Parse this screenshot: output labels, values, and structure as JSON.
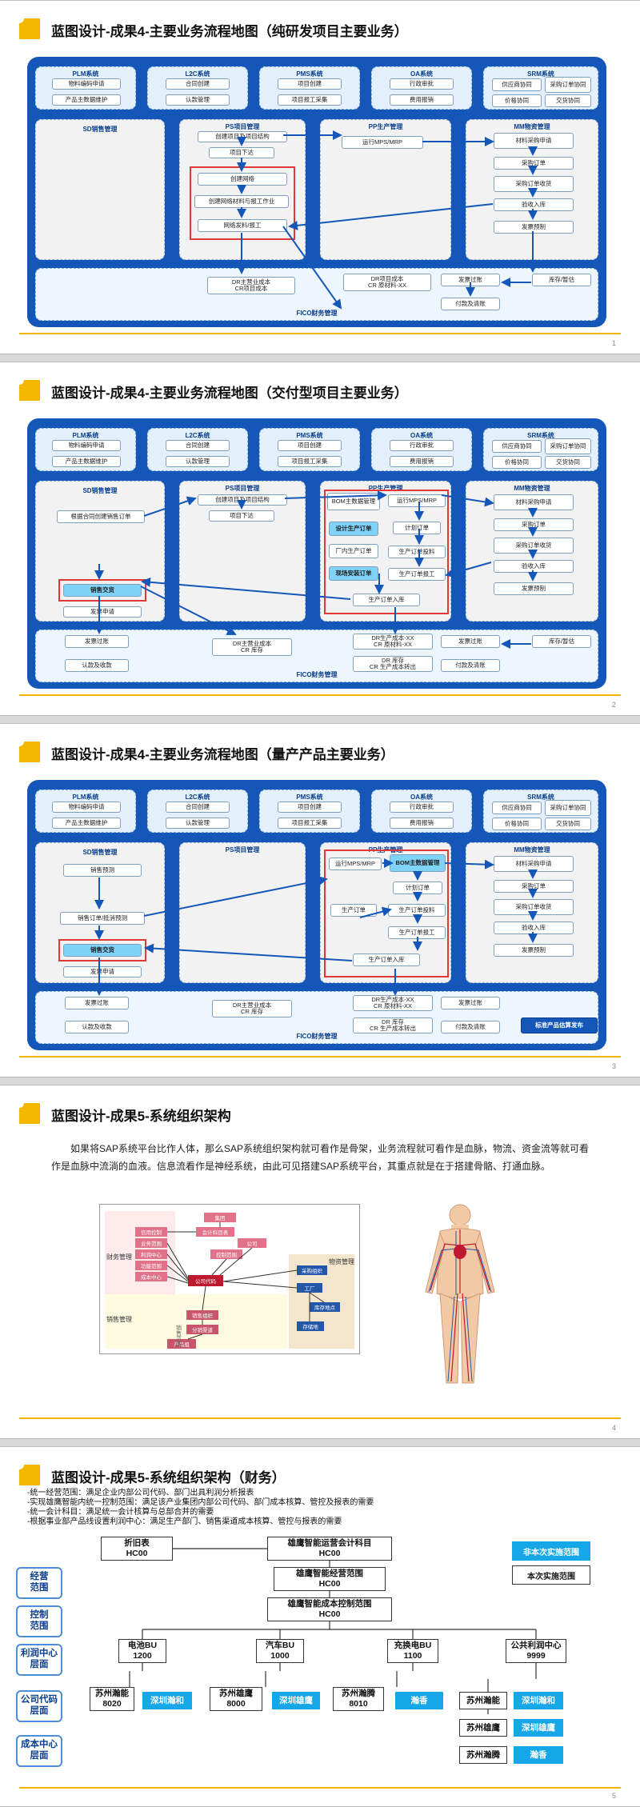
{
  "slides": [
    {
      "title": "蓝图设计-成果4-主要业务流程地图（纯研发项目主要业务）",
      "page": "1",
      "systems": {
        "plm": {
          "name": "PLM系统",
          "items": [
            "物料编码申请",
            "产品主数据维护"
          ]
        },
        "l2c": {
          "name": "L2C系统",
          "items": [
            "合同创建",
            "认款管理"
          ]
        },
        "pms": {
          "name": "PMS系统",
          "items": [
            "项目创建",
            "项目报工采集"
          ]
        },
        "oa": {
          "name": "OA系统",
          "items": [
            "行政审批",
            "费用报销"
          ]
        },
        "srm": {
          "name": "SRM系统",
          "items": [
            "供应商协同",
            "采购订单协同",
            "价格协同",
            "交货协同"
          ]
        }
      },
      "modules": {
        "sd": "SD销售管理",
        "ps": "PS项目管理",
        "pp": "PP生产管理",
        "mm": "MM物资管理",
        "fico": "FICO财务管理"
      },
      "ps_items": [
        "创建项目及项目结构",
        "项目下达",
        "创建网络",
        "创建网络材料与报工作业",
        "网络发料/报工"
      ],
      "pp_items": [
        "运行MPS/MRP"
      ],
      "mm_items": [
        "材料采购申请",
        "采购订单",
        "采购订单收货",
        "验收入库",
        "发票预制"
      ],
      "fico_items": [
        "DR主营业成本\nCR项目成本",
        "DR项目成本\nCR 原材料-XX",
        "发票过账",
        "库存/暂估",
        "付款及清账"
      ]
    },
    {
      "title": "蓝图设计-成果4-主要业务流程地图（交付型项目主要业务）",
      "page": "2",
      "systems": {
        "plm": {
          "name": "PLM系统",
          "items": [
            "物料编码申请",
            "产品主数据维护"
          ]
        },
        "l2c": {
          "name": "L2C系统",
          "items": [
            "合同创建",
            "认款管理"
          ]
        },
        "pms": {
          "name": "PMS系统",
          "items": [
            "项目创建",
            "项目报工采集"
          ]
        },
        "oa": {
          "name": "OA系统",
          "items": [
            "行政审批",
            "费用报销"
          ]
        },
        "srm": {
          "name": "SRM系统",
          "items": [
            "供应商协同",
            "采购订单协同",
            "价格协同",
            "交货协同"
          ]
        }
      },
      "modules": {
        "sd": "SD销售管理",
        "ps": "PS项目管理",
        "pp": "PP生产管理",
        "mm": "MM物资管理",
        "fico": "FICO财务管理"
      },
      "sd_items": [
        "根据合同创建销售订单",
        "销售交货",
        "发票申请"
      ],
      "ps_items": [
        "创建项目及项目结构",
        "项目下达"
      ],
      "pp_items": [
        "BOM主数据管理",
        "运行MPS/MRP",
        "设计生产订单",
        "计划订单",
        "厂内生产订单",
        "生产订单投料",
        "现场安装订单",
        "生产订单报工",
        "生产订单入库"
      ],
      "mm_items": [
        "材料采购申请",
        "采购订单",
        "采购订单收货",
        "验收入库",
        "发票预制"
      ],
      "fico_items": [
        "发票过账",
        "DR主营业成本\nCR 库存",
        "DR生产成本-XX\nCR 原材料-XX",
        "DR 库存\nCR 生产成本转出",
        "发票过账",
        "库存/暂估",
        "认款及收款",
        "付款及清账"
      ]
    },
    {
      "title": "蓝图设计-成果4-主要业务流程地图（量产产品主要业务）",
      "page": "3",
      "systems": {
        "plm": {
          "name": "PLM系统",
          "items": [
            "物料编码申请",
            "产品主数据维护"
          ]
        },
        "l2c": {
          "name": "L2C系统",
          "items": [
            "合同创建",
            "认款管理"
          ]
        },
        "pms": {
          "name": "PMS系统",
          "items": [
            "项目创建",
            "项目报工采集"
          ]
        },
        "oa": {
          "name": "OA系统",
          "items": [
            "行政审批",
            "费用报销"
          ]
        },
        "srm": {
          "name": "SRM系统",
          "items": [
            "供应商协同",
            "采购订单协同",
            "价格协同",
            "交货协同"
          ]
        }
      },
      "modules": {
        "sd": "SD销售管理",
        "ps": "PS项目管理",
        "pp": "PP生产管理",
        "mm": "MM物资管理",
        "fico": "FICO财务管理"
      },
      "sd_items": [
        "销售预测",
        "销售订单/抵消预测",
        "销售交货",
        "发票申请"
      ],
      "pp_items": [
        "运行MPS/MRP",
        "BOM主数据管理",
        "计划订单",
        "生产订单",
        "生产订单投料",
        "生产订单报工",
        "生产订单入库"
      ],
      "mm_items": [
        "材料采购申请",
        "采购订单",
        "采购订单收货",
        "验收入库",
        "发票预制"
      ],
      "fico_items": [
        "发票过账",
        "DR主营业成本\nCR 库存",
        "DR生产成本-XX\nCR 原材料-XX",
        "DR 库存\nCR 生产成本转出",
        "发票过账",
        "标准产品估算发布",
        "认款及收款",
        "付款及清账"
      ]
    }
  ],
  "slide4": {
    "title": "蓝图设计-成果5-系统组织架构",
    "page": "4",
    "paragraph": "如果将SAP系统平台比作人体，那么SAP系统组织架构就可看作是骨架，业务流程就可看作是血脉，物流、资金流等就可看作是血脉中流淌的血液。信息流看作是神经系统，由此可见搭建SAP系统平台，其重点就是在于搭建骨骼、打通血脉。",
    "org_labels": {
      "left_top": "财务管理",
      "left_bottom": "销售管理",
      "right_top": "物资管理",
      "top": "集团",
      "finance": [
        "信用控制",
        "会计科目表",
        "公司",
        "利润中心",
        "成本中心",
        "业务范围",
        "功能范围",
        "控制范围",
        "公司代码"
      ],
      "logistics": [
        "采购组织",
        "工厂",
        "库存地点",
        "存储地"
      ],
      "sales": [
        "销售组织",
        "分销渠道",
        "产品组"
      ],
      "sales_side": "销售范围"
    }
  },
  "slide5": {
    "title": "蓝图设计-成果5-系统组织架构（财务）",
    "page": "5",
    "notes": [
      "-统一经营范围：满足企业内部公司代码、部门出具利润分析报表",
      "-实现雄鹰智能内统一控制范围：满足该产业集团内部公司代码、部门成本核算、管控及报表的需要",
      "-统一会计科目：满足统一会计核算与总部合并的需要",
      "-根据事业部产品线设置利润中心：满足生产部门、销售渠道成本核算、管控与报表的需要"
    ],
    "levels": [
      "经营\n范围",
      "控制\n范围",
      "利润中心\n层面",
      "公司代码\n层面",
      "成本中心\n层面"
    ],
    "coa": {
      "name": "折旧表",
      "code": "HC00"
    },
    "op_coa": {
      "name": "雄鹰智能运营会计科目",
      "code": "HC00"
    },
    "op_area": {
      "name": "雄鹰智能经营范围",
      "code": "HC00"
    },
    "ctrl_area": {
      "name": "雄鹰智能成本控制范围",
      "code": "HC00"
    },
    "legend": [
      "非本次实施范围",
      "本次实施范围"
    ],
    "bus": [
      {
        "name": "电池BU",
        "code": "1200"
      },
      {
        "name": "汽车BU",
        "code": "1000"
      },
      {
        "name": "充换电BU",
        "code": "1100"
      },
      {
        "name": "公共利润中心",
        "code": "9999"
      }
    ],
    "companies": [
      {
        "name": "苏州瀚能",
        "code": "8020"
      },
      {
        "name": "苏州雄鹰",
        "code": "8000"
      },
      {
        "name": "苏州瀚腾",
        "code": "8010"
      }
    ],
    "cost_center_tags": [
      "深圳瀚和",
      "深圳雄鹰",
      "瀚香"
    ],
    "public_left": [
      "苏州瀚能",
      "苏州雄鹰",
      "苏州瀚腾"
    ],
    "public_right": [
      "深圳瀚和",
      "深圳雄鹰",
      "瀚香"
    ]
  },
  "colors": {
    "accent": "#f5b800",
    "map_blue": "#1557b8",
    "highlight": "#7ed3f7",
    "cyan": "#16a7e8",
    "red": "#e23838"
  }
}
